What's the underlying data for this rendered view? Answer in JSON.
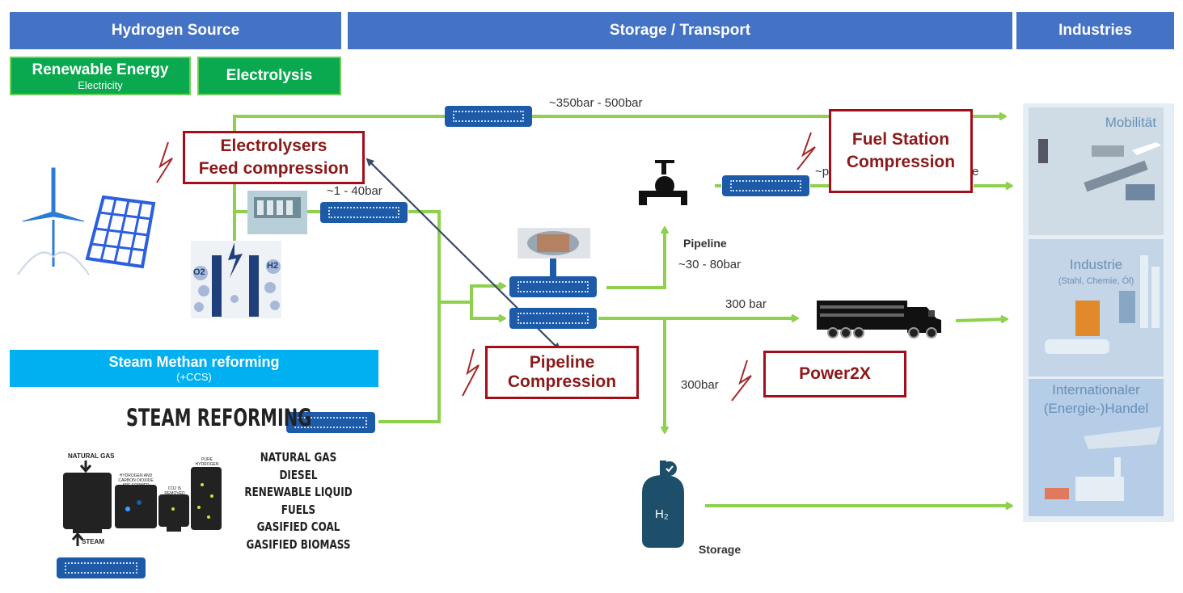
{
  "headers": {
    "source": "Hydrogen Source",
    "storage": "Storage / Transport",
    "industries": "Industries"
  },
  "source_boxes": {
    "renewable_title": "Renewable Energy",
    "renewable_sub": "Electricity",
    "electrolysis": "Electrolysis"
  },
  "smr": {
    "title": "Steam Methan reforming",
    "sub": "(+CCS)"
  },
  "red_labels": {
    "electrolysers_line1": "Electrolysers",
    "electrolysers_line2": "Feed compression",
    "fuel_line1": "Fuel Station",
    "fuel_line2": "Compression",
    "pipeline_line1": "Pipeline",
    "pipeline_line2": "Compression",
    "power2x": "Power2X"
  },
  "flow_labels": {
    "top_pressure": "~350bar - 500bar",
    "low_pressure": "~1 - 40bar",
    "pipeline": "Pipeline",
    "pipeline_pressure": "~30 - 80bar",
    "truck_pressure": "300 bar",
    "storage_pressure": "300bar",
    "storage": "Storage",
    "fuel_partial_left": "~p",
    "fuel_partial_right": "e"
  },
  "steam_reforming": {
    "title": "STEAM REFORMING",
    "feedstocks": [
      "NATURAL GAS",
      "DIESEL",
      "RENEWABLE LIQUID FUELS",
      "GASIFIED COAL",
      "GASIFIED BIOMASS"
    ],
    "natural_gas": "NATURAL GAS",
    "steam": "STEAM",
    "step1": "HYDROGEN AND CARBON DIOXIDE ARE FORMED",
    "step2": "CO2 IS REMOVED",
    "step3": "PURE HYDROGEN REMAINS"
  },
  "industries": {
    "mobility": "Mobilität",
    "industry": "Industrie",
    "industry_sub": "(Stahl, Chemie, Öl)",
    "trade_line1": "Internationaler",
    "trade_line2": "(Energie-)Handel"
  },
  "symbols": {
    "o2": "O2",
    "h2": "H2",
    "tank_h2": "H₂"
  },
  "colors": {
    "header_blue": "#4472c4",
    "source_green": "#0aa84f",
    "smr_cyan": "#00b0f0",
    "flow_green": "#8fd14f",
    "highlight_red": "#a50e18",
    "compressor_blue": "#1d5aa8"
  }
}
